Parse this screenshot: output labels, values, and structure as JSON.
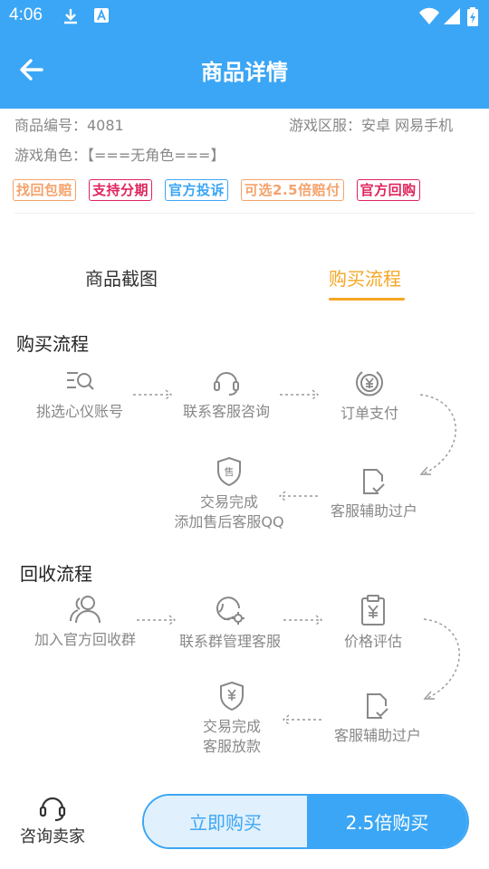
{
  "status_bar": {
    "time": "4:06"
  },
  "header": {
    "title": "商品详情"
  },
  "product": {
    "id_text": "商品编号：4081",
    "region_text": "游戏区服：安卓 网易手机",
    "role_text": "游戏角色：【===无角色===】"
  },
  "tags": [
    {
      "label": "找回包赔",
      "color": "#f5a26b"
    },
    {
      "label": "支持分期",
      "color": "#e0245e"
    },
    {
      "label": "官方投诉",
      "color": "#3ba6f5"
    },
    {
      "label": "可选2.5倍赔付",
      "color": "#f5a26b"
    },
    {
      "label": "官方回购",
      "color": "#e0245e"
    }
  ],
  "tabs": [
    {
      "label": "商品截图"
    },
    {
      "label": "购买流程"
    }
  ],
  "purchase_flow": {
    "title": "购买流程",
    "steps": [
      {
        "label": "挑选心仪账号",
        "icon": "search-list-icon"
      },
      {
        "label": "联系客服咨询",
        "icon": "headset-icon"
      },
      {
        "label": "订单支付",
        "icon": "yen-coin-icon"
      },
      {
        "label": "客服辅助过户",
        "icon": "document-check-icon"
      },
      {
        "label": "交易完成\n添加售后客服QQ",
        "icon": "shield-sale-icon"
      }
    ]
  },
  "recycle_flow": {
    "title": "回收流程",
    "steps": [
      {
        "label": "加入官方回收群",
        "icon": "users-icon"
      },
      {
        "label": "联系群管理客服",
        "icon": "agent-gear-icon"
      },
      {
        "label": "价格评估",
        "icon": "clipboard-yen-icon"
      },
      {
        "label": "客服辅助过户",
        "icon": "document-check-icon"
      },
      {
        "label": "交易完成\n客服放款",
        "icon": "shield-yen-icon"
      }
    ]
  },
  "bottom_bar": {
    "consult_label": "咨询卖家",
    "buy_label": "立即购买",
    "buy_25_label": "2.5倍购买"
  },
  "colors": {
    "primary": "#3ba6f5",
    "accent": "#f5a623"
  }
}
